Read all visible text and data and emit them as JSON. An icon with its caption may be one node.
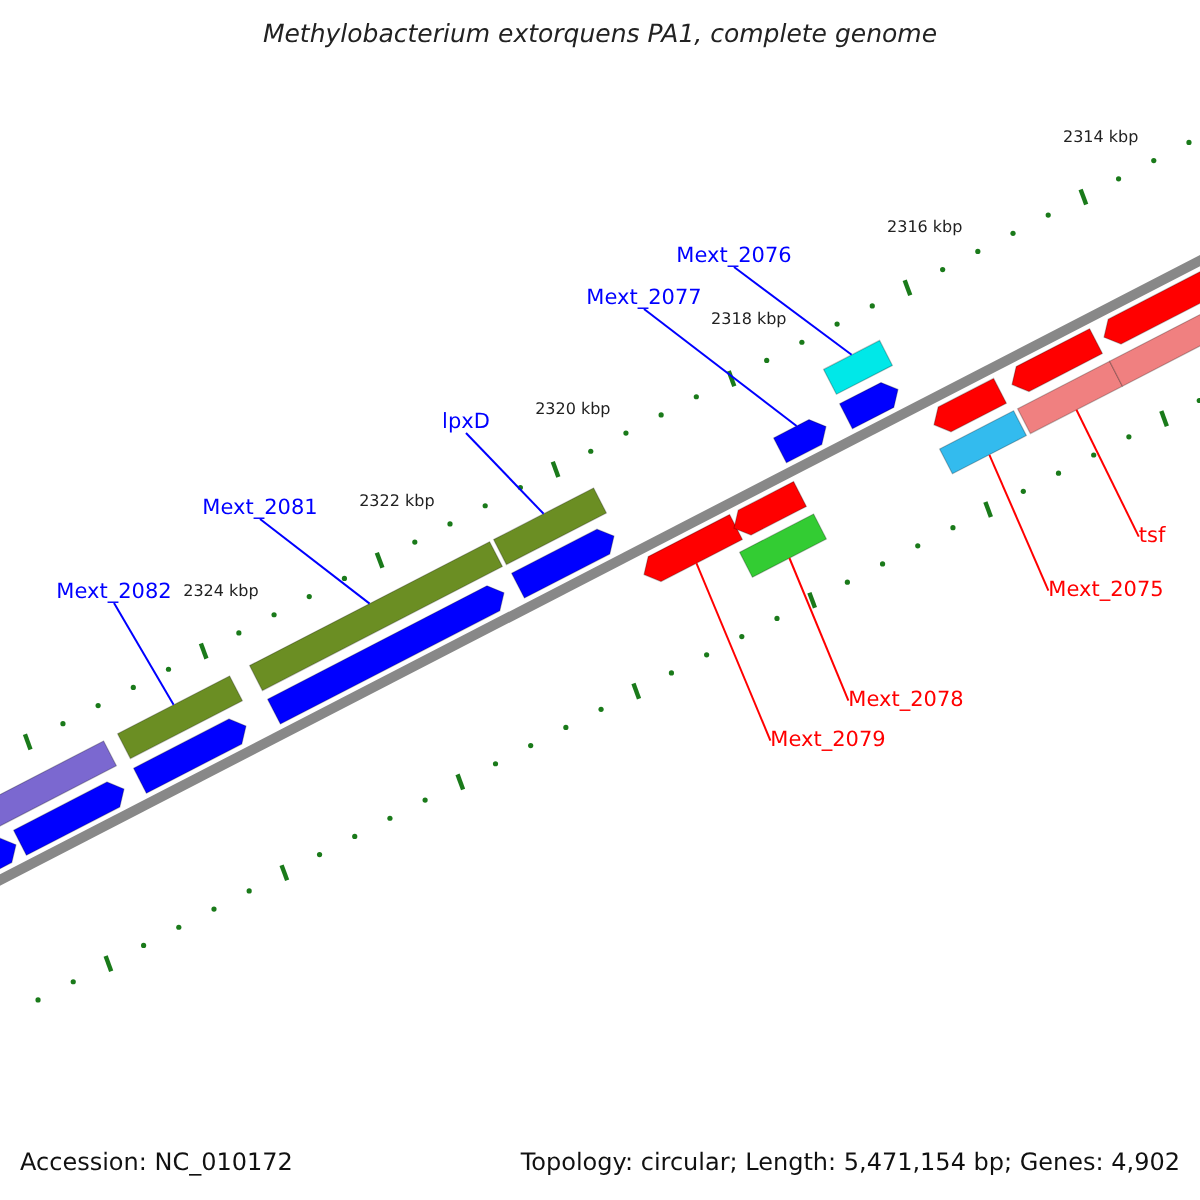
{
  "diagram": {
    "title": "Methylobacterium extorquens PA1, complete genome",
    "nodes": [
      {
        "text": [
          "Mext_2082"
        ]
      },
      {
        "text": [],
        "shape": "bar"
      },
      {
        "text": [
          "Mext_2081"
        ]
      },
      {
        "text": [],
        "shape": "bar"
      },
      {
        "text": [
          "lpxD"
        ]
      },
      {
        "text": [],
        "shape": "bar"
      },
      {
        "text": [
          "Mext_2077"
        ]
      },
      {
        "text": [],
        "shape": "arrow"
      },
      {
        "text": [
          "Mext_2076"
        ]
      },
      {
        "text": [],
        "shape": "bar"
      },
      {
        "text": [
          "Mext_2075"
        ]
      },
      {
        "text": [],
        "shape": "bar"
      },
      {
        "text": [
          "tsf"
        ]
      },
      {
        "text": [],
        "shape": "bar"
      },
      {
        "text": [
          "Mext_2078"
        ]
      },
      {
        "text": [],
        "shape": "bar"
      },
      {
        "text": [
          "Mext_2079"
        ]
      },
      {
        "text": [],
        "shape": "arrow"
      },
      {
        "text": [],
        "shape": "bar"
      },
      {
        "text": [],
        "shape": "arrow"
      },
      {
        "text": [],
        "shape": "arrow"
      },
      {
        "text": [],
        "shape": "arrow"
      },
      {
        "text": [],
        "shape": "arrow"
      },
      {
        "text": [],
        "shape": "arrow"
      },
      {
        "text": [],
        "shape": "arrow"
      },
      {
        "text": [],
        "shape": "arrow"
      },
      {
        "text": [],
        "shape": "arrow"
      },
      {
        "text": [],
        "shape": "arrow"
      },
      {
        "text": [],
        "shape": "arrow"
      },
      {
        "text": [],
        "shape": "bar"
      }
    ],
    "edges": [
      {
        "from": 0,
        "to": 1,
        "arrow": "none"
      },
      {
        "from": 2,
        "to": 3,
        "arrow": "none"
      },
      {
        "from": 4,
        "to": 5,
        "arrow": "none"
      },
      {
        "from": 6,
        "to": 7,
        "arrow": "none"
      },
      {
        "from": 8,
        "to": 9,
        "arrow": "none"
      },
      {
        "from": 10,
        "to": 11,
        "arrow": "none",
        "color": "#ff0000"
      },
      {
        "from": 12,
        "to": 13,
        "arrow": "none",
        "color": "#ff0000"
      },
      {
        "from": 14,
        "to": 15,
        "arrow": "none",
        "color": "#ff0000"
      },
      {
        "from": 16,
        "to": 17,
        "arrow": "none",
        "color": "#ff0000"
      }
    ],
    "labels": [
      "2314 kbp",
      "2316 kbp",
      "2318 kbp",
      "2320 kbp",
      "2322 kbp",
      "2324 kbp",
      "Accession: NC_010172",
      "Topology: circular; Length: 5,471,154 bp; Genes: 4,902"
    ]
  }
}
